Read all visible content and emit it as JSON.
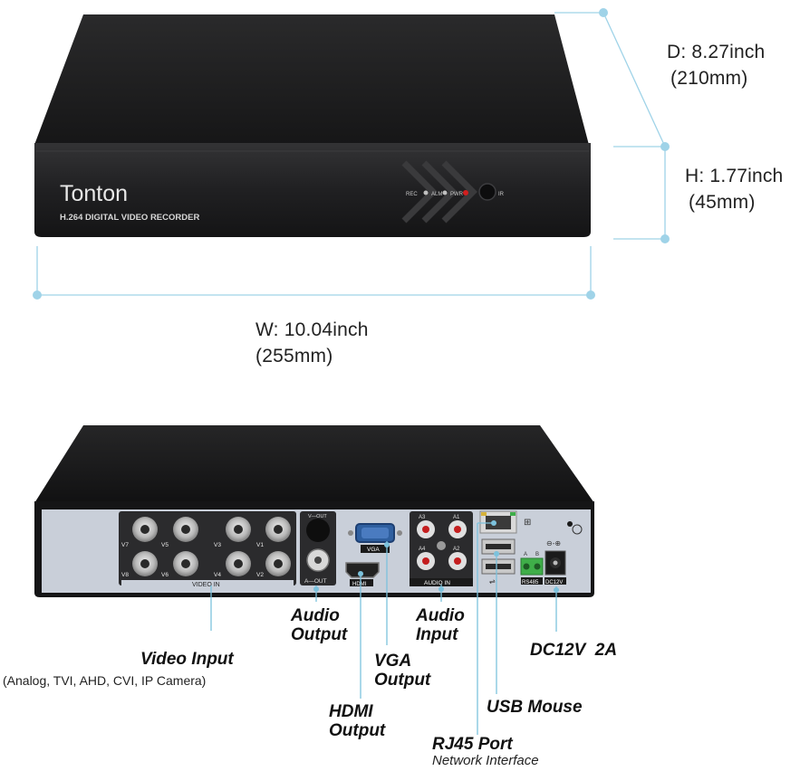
{
  "front": {
    "brand": "Tonton",
    "model": "H.264 DIGITAL VIDEO RECORDER",
    "indicators": [
      "REC",
      "ALM",
      "PWR",
      "IR"
    ]
  },
  "dimensions": {
    "depth_line1": "D: 8.27inch",
    "depth_line2": "(210mm)",
    "height_line1": "H: 1.77inch",
    "height_line2": "(45mm)",
    "width_line1": "W: 10.04inch",
    "width_line2": "(255mm)"
  },
  "rear_labels": {
    "video_in": "VIDEO IN",
    "a_out": "A—OUT",
    "v_out": "V—OUT",
    "vga": "VGA",
    "hdmi": "HDMI",
    "audio_in": "AUDIO IN",
    "rs485": "RS485",
    "dc12v": "DC12V",
    "rs_a": "A",
    "rs_b": "B",
    "channels_top": [
      "V7",
      "V5",
      "V3",
      "V1"
    ],
    "channels_bottom": [
      "V8",
      "V6",
      "V4",
      "V2"
    ],
    "audio_channels": [
      "A3",
      "A1",
      "A4",
      "A2"
    ]
  },
  "callouts": {
    "audio_output": [
      "Audio",
      "Output"
    ],
    "audio_input": [
      "Audio",
      "Input"
    ],
    "video_input": "Video Input",
    "video_input_sub": "(Analog, TVI, AHD, CVI, IP Camera)",
    "vga_output": [
      "VGA",
      "Output"
    ],
    "dc": "DC12V  2A",
    "usb": "USB Mouse",
    "hdmi_output": [
      "HDMI",
      "Output"
    ],
    "rj45": "RJ45 Port",
    "rj45_sub": "Network Interface"
  }
}
